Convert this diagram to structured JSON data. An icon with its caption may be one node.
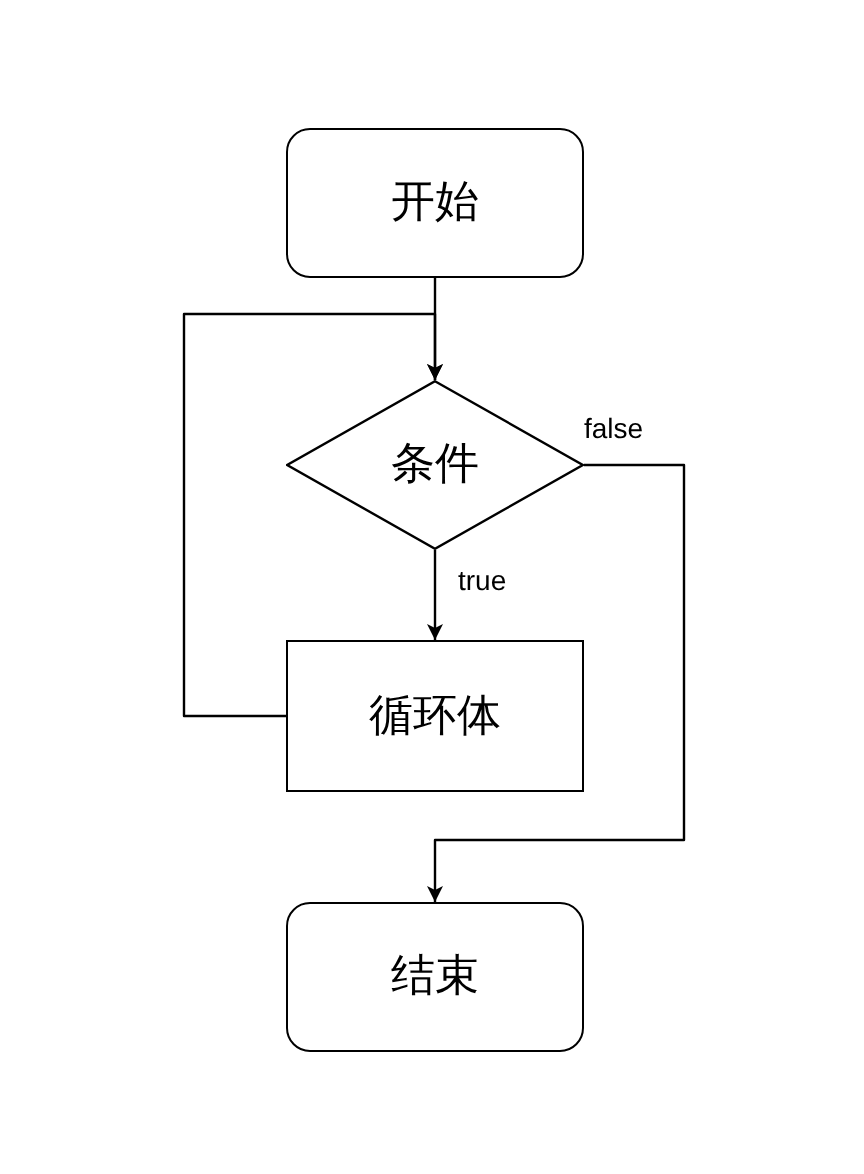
{
  "diagram": {
    "nodes": [
      {
        "text": [
          "开始"
        ]
      },
      {
        "text": [
          "条件"
        ]
      },
      {
        "text": [
          "循环体"
        ]
      },
      {
        "text": [
          "结束"
        ]
      }
    ],
    "edges": [
      {
        "from": 0,
        "to": 1,
        "arrow": "to"
      },
      {
        "from": 1,
        "to": 2,
        "arrow": "to",
        "label": "true"
      },
      {
        "from": 2,
        "to": 1,
        "arrow": "to"
      },
      {
        "from": 1,
        "to": 3,
        "arrow": "to",
        "label": "false"
      }
    ]
  }
}
